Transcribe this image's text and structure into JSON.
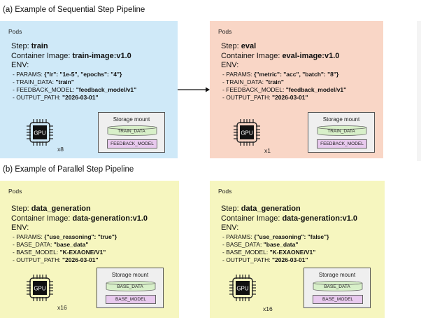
{
  "section_a": {
    "title": "(a) Example of Sequential Step Pipeline"
  },
  "section_b": {
    "title": "(b) Example of Parallel Step Pipeline"
  },
  "colors": {
    "pod_blue": "#cfe9f8",
    "pod_peach": "#f9d6c6",
    "pod_yellow": "#f6f6bf",
    "train_data_cyl": "#d8f0c9",
    "model_box": "#e8c9ee"
  },
  "pods": [
    {
      "pod_label": "Pods",
      "step_prefix": "Step: ",
      "step": "train",
      "image_prefix": "Container Image: ",
      "image": "train-image:v1.0",
      "env_label": "ENV:",
      "env": [
        {
          "key": "- PARAMS: ",
          "value": "{\"lr\": \"1e-5\", \"epochs\": \"4\"}"
        },
        {
          "key": "- TRAIN_DATA: ",
          "value": "\"train\""
        },
        {
          "key": "- FEEDBACK_MODEL: ",
          "value": "\"feedback_model/v1\""
        },
        {
          "key": "- OUTPUT_PATH: ",
          "value": "\"2026-03-01\""
        }
      ],
      "gpu_label": "GPU",
      "multiplier": "x8",
      "storage_title": "Storage mount",
      "data_label": "TRAIN_DATA",
      "model_label": "FEEDBACK_MODEL"
    },
    {
      "pod_label": "Pods",
      "step_prefix": "Step: ",
      "step": "eval",
      "image_prefix": "Container Image: ",
      "image": "eval-image:v1.0",
      "env_label": "ENV:",
      "env": [
        {
          "key": "- PARAMS: ",
          "value": "{\"metric\": \"acc\", \"batch\": \"8\"}"
        },
        {
          "key": "- TRAIN_DATA: ",
          "value": "\"train\""
        },
        {
          "key": "- FEEDBACK_MODEL: ",
          "value": "\"feedback_model/v1\""
        },
        {
          "key": "- OUTPUT_PATH: ",
          "value": "\"2026-03-01\""
        }
      ],
      "gpu_label": "GPU",
      "multiplier": "x1",
      "storage_title": "Storage mount",
      "data_label": "TRAIN_DATA",
      "model_label": "FEEDBACK_MODEL"
    },
    {
      "pod_label": "Pods",
      "step_prefix": "Step: ",
      "step": "data_generation",
      "image_prefix": "Container Image: ",
      "image": "data-generation:v1.0",
      "env_label": "ENV:",
      "env": [
        {
          "key": "- PARAMS: ",
          "value": "{\"use_reasoning\": \"true\"}"
        },
        {
          "key": "- BASE_DATA: ",
          "value": "\"base_data\""
        },
        {
          "key": "- BASE_MODEL: ",
          "value": "\"K-EXAONE/V1\""
        },
        {
          "key": "- OUTPUT_PATH: ",
          "value": "\"2026-03-01\""
        }
      ],
      "gpu_label": "GPU",
      "multiplier": "x16",
      "storage_title": "Storage mount",
      "data_label": "BASE_DATA",
      "model_label": "BASE_MODEL"
    },
    {
      "pod_label": "Pods",
      "step_prefix": "Step: ",
      "step": "data_generation",
      "image_prefix": "Container Image: ",
      "image": "data-generation:v1.0",
      "env_label": "ENV:",
      "env": [
        {
          "key": "- PARAMS: ",
          "value": "{\"use_reasoning\": \"false\"}"
        },
        {
          "key": "- BASE_DATA: ",
          "value": "\"base_data\""
        },
        {
          "key": "- BASE_MODEL: ",
          "value": "\"K-EXAONE/V1\""
        },
        {
          "key": "- OUTPUT_PATH: ",
          "value": "\"2026-03-01\""
        }
      ],
      "gpu_label": "GPU",
      "multiplier": "x16",
      "storage_title": "Storage mount",
      "data_label": "BASE_DATA",
      "model_label": "BASE_MODEL"
    }
  ]
}
